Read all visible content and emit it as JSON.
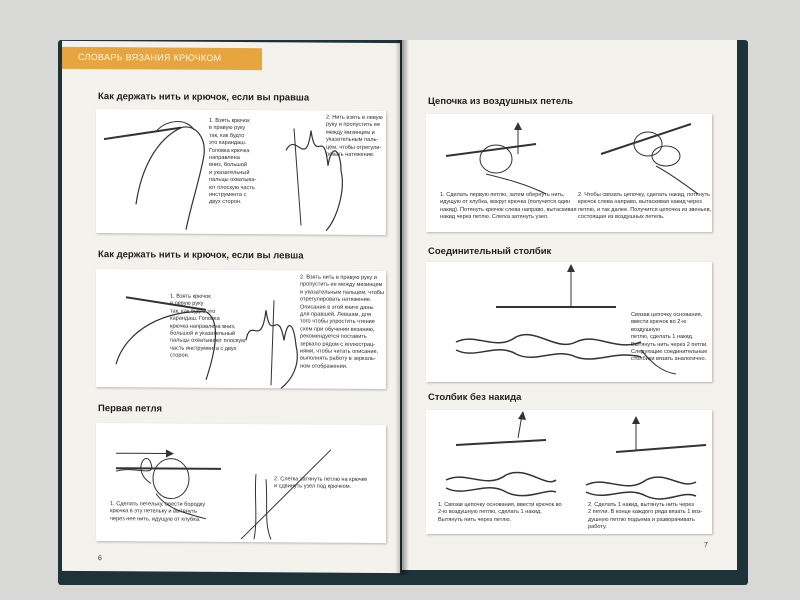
{
  "left_page": {
    "banner": "СЛОВАРЬ ВЯЗАНИЯ КРЮЧКОМ",
    "sections": [
      {
        "heading": "Как держать нить и крючок, если вы правша",
        "captions": [
          "1. Взять крючок\nв правую руку\nтак, как будто\nэто карандаш.\nГоловка крючка\nнаправлена\nвниз, большой\nи указательный\nпальцы охватыва-\nют плоскую часть\nинструмента с\nдвух сторон.",
          "2. Нить взять в левую\nруку и пропустить ее\nмежду мизинцем и\nуказательным паль-\nцем, чтобы отрегули-\nровать натяжение."
        ]
      },
      {
        "heading": "Как держать нить и крючок, если вы левша",
        "captions": [
          "1. Взять крючок\nв левую руку\nтак, как будто это\nкарандаш. Головка\nкрючка направлена вниз,\nбольшой и указательный\nпальцы охватывают плоскую\nчасть инструмента с двух\nсторон.",
          "2. Взять нить в правую руку и\nпропустить ее между мизинцем\nи указательным пальцем, чтобы\nотрегулировать натяжение.\nОписания в этой книге даны\nдля правшей. Левшам, для\nтого чтобы упростить чтение\nсхем при обучении вязанию,\nрекомендуется поставить\nзеркало рядом с иллюстрац-\nиями, чтобы читать описание,\nвыполнять работу в зеркаль-\nном отображении."
        ]
      },
      {
        "heading": "Первая петля",
        "captions": [
          "1. Сделать петельку, ввести бородку\nкрючка в эту петельку и вытянуть\nчерез нее нить, идущую от клубка.",
          "2. Слегка затянуть петлю на крючке\nи сдвинуть узел под крючком."
        ]
      }
    ],
    "page_number": "6"
  },
  "right_page": {
    "sections": [
      {
        "heading": "Цепочка из воздушных петель",
        "captions": [
          "1. Сделать первую петлю, затем обернуть нить,\nидущую от клубка, вокруг крючка (получится один\nнакид). Потянуть крючок слева направо, вытаскивая\nнакид через петлю. Слегка затянуть узел.",
          "2. Чтобы связать цепочку, сделать накид, потянуть\nкрючок слева направо, вытаскивая накид через\nпетлю, и так далее. Получится цепочка из звеньев,\nсостоящая из воздушных петель."
        ]
      },
      {
        "heading": "Соединительный столбик",
        "captions": [
          "Связав цепочку основания,\nввести крючок во 2-ю воздушную\nпетлю, сделать 1 накид.\nВытянуть нить через 2 петли.\nСледующие соединительные\nстолбики вязать аналогично."
        ]
      },
      {
        "heading": "Столбик без накида",
        "captions": [
          "1. Связав цепочку основания, ввести крючок во\n2-ю воздушную петлю, сделать 1 накид.\nВытянуть нить через петлю.",
          "2. Сделать 1 накид, вытянуть нить через\n2 петли. В конце каждого ряда вязать 1 воз-\nдушную петлю подъема и разворачивать\nработу."
        ]
      }
    ],
    "page_number": "7"
  },
  "colors": {
    "banner": "#e7a53f",
    "cover": "#1d3339",
    "page": "#f4f2ec"
  }
}
